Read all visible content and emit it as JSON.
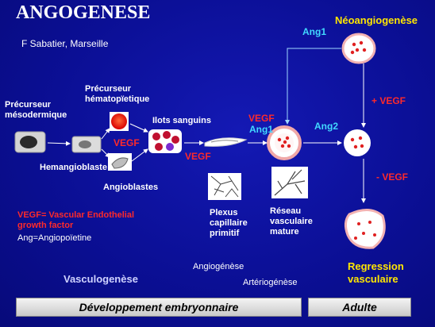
{
  "title": "ANGOGENESE",
  "author": "F Sabatier, Marseille",
  "labels": {
    "precurseur_mesodermique": "Précurseur\nmésodermique",
    "precurseur_hematopoietique": "Précurseur\nhématopïetique",
    "hemangioblaste": "Hemangioblaste",
    "angioblastes": "Angioblastes",
    "ilots_sanguins": "Ilots sanguins",
    "vegf_1": "VEGF",
    "vegf_2": "VEGF",
    "vegf_3": "VEGF",
    "ang1_mid": "Ang1",
    "ang2": "Ang2",
    "ang1_top": "Ang1",
    "neoangiogenese": "Néoangiogenèse",
    "plus_vegf": "+ VEGF",
    "minus_vegf": "-  VEGF",
    "plexus": "Plexus\ncapillaire\nprimitif",
    "reseau": "Réseau\nvasculaire\nmature",
    "regression": "Regression\nvasculaire",
    "vegf_def": "VEGF= Vascular Endothelial\ngrowth factor",
    "ang_def": "Ang=Angiopoïetine",
    "angiogenese": "Angiogénèse",
    "arteriogenese": "Artériogénèse",
    "vasculogenese": "Vasculogenèse"
  },
  "bars": {
    "embryonnaire": "Développement embryonnaire",
    "adulte": "Adulte"
  },
  "colors": {
    "background": "#0b0f95",
    "vegf": "#ff2a2a",
    "ang": "#41d9ff",
    "highlight": "#ffe600"
  }
}
